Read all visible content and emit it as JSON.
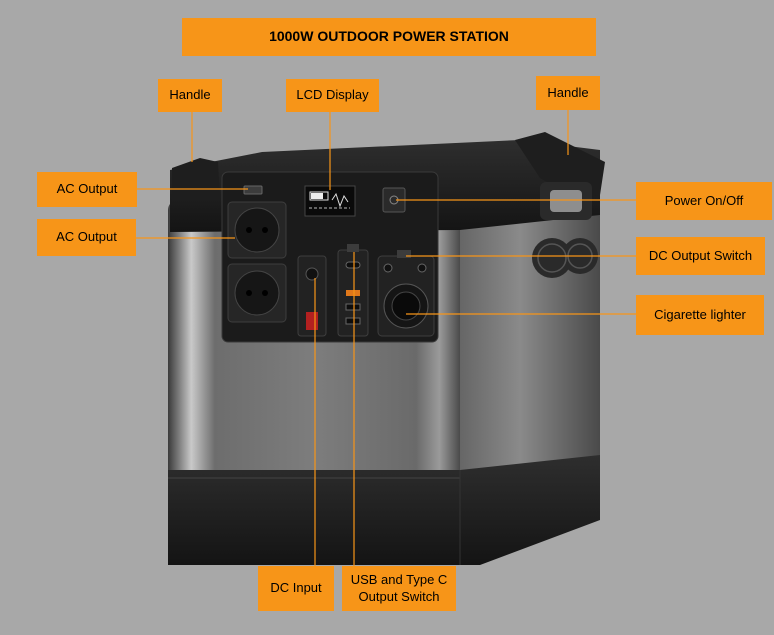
{
  "title": "1000W OUTDOOR POWER STATION",
  "labels": {
    "handle_left": "Handle",
    "lcd_display": "LCD Display",
    "handle_right": "Handle",
    "ac_output_1": "AC Output",
    "ac_output_2": "AC Output",
    "power_on_off": "Power On/Off",
    "dc_output_switch": "DC Output Switch",
    "cigarette_lighter": "Cigarette lighter",
    "dc_input": "DC Input",
    "usb_type_c": "USB and Type C\nOutput Switch"
  },
  "colors": {
    "background": "#a8a8a8",
    "label_fill": "#f79518",
    "leader_line": "#f79518"
  }
}
